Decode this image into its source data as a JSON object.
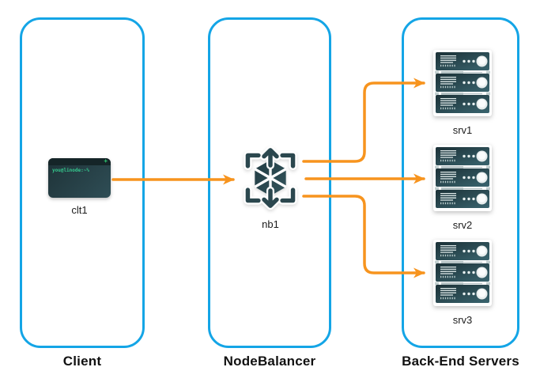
{
  "diagram": {
    "columns": [
      {
        "label": "Client",
        "nodes": [
          {
            "id": "clt1",
            "label": "clt1",
            "icon": "terminal-icon"
          }
        ]
      },
      {
        "label": "NodeBalancer",
        "nodes": [
          {
            "id": "nb1",
            "label": "nb1",
            "icon": "nodebalancer-icon"
          }
        ]
      },
      {
        "label": "Back-End Servers",
        "nodes": [
          {
            "id": "srv1",
            "label": "srv1",
            "icon": "server-rack-icon"
          },
          {
            "id": "srv2",
            "label": "srv2",
            "icon": "server-rack-icon"
          },
          {
            "id": "srv3",
            "label": "srv3",
            "icon": "server-rack-icon"
          }
        ]
      }
    ],
    "terminal": {
      "prompt": "you@linode:~%",
      "window_button": "+"
    },
    "edges": [
      {
        "from": "clt1",
        "to": "nb1"
      },
      {
        "from": "nb1",
        "to": "srv1"
      },
      {
        "from": "nb1",
        "to": "srv2"
      },
      {
        "from": "nb1",
        "to": "srv3"
      }
    ],
    "colors": {
      "column_border_blue": "#14A5E6",
      "arrow_orange": "#F7941E",
      "icon_teal": "#2B474E",
      "terminal_green": "#35C98E"
    }
  }
}
